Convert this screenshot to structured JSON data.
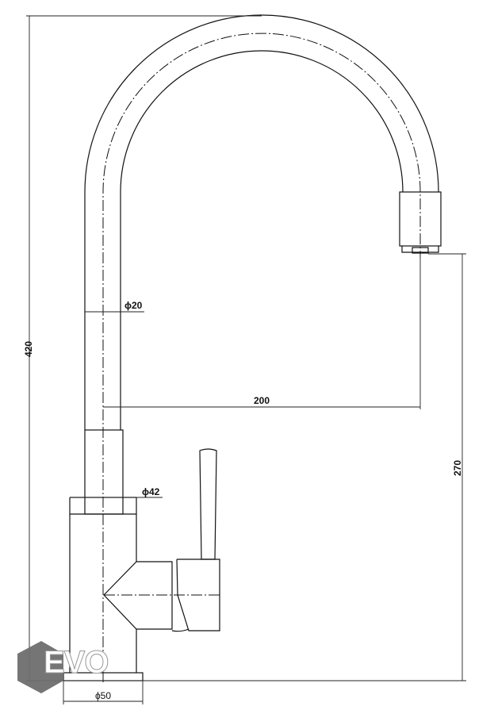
{
  "drawing": {
    "title": "Kitchen faucet dimension drawing",
    "dimensions": {
      "total_height": "420",
      "spout_height": "270",
      "spout_reach": "200",
      "pipe_diameter": "ϕ20",
      "body_diameter": "ϕ42",
      "base_diameter": "ϕ50"
    },
    "logo": {
      "text": "EVO",
      "color": "#6e6e6e"
    }
  }
}
